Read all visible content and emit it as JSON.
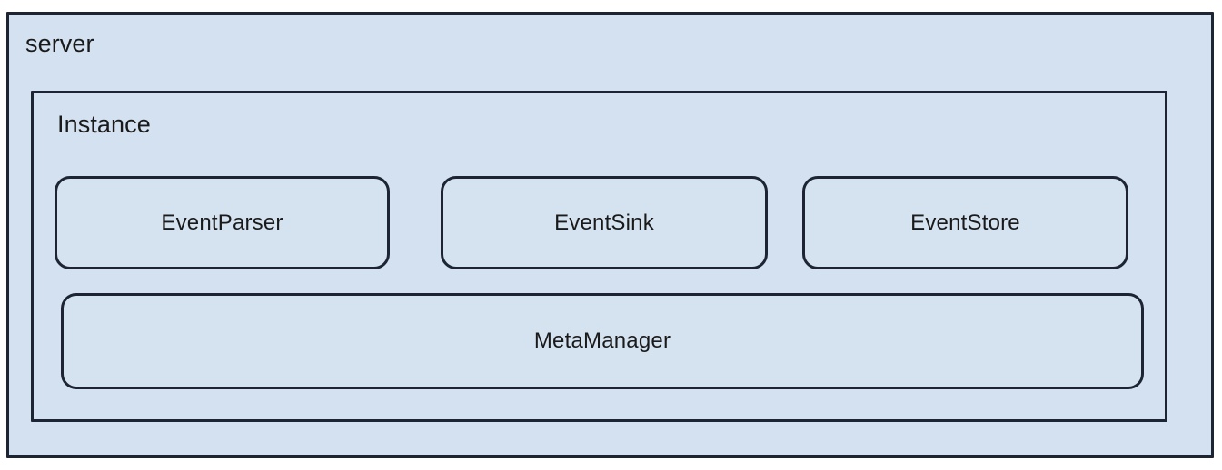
{
  "diagram": {
    "type": "nested-container-block-diagram",
    "colors": {
      "container_fill": "#d3e1f0",
      "component_fill": "#d5e2f0",
      "stroke": "#1d2433",
      "text": "#1a1a1a",
      "page_background": "#ffffff"
    },
    "outer_container": {
      "label": "server",
      "inner_container": {
        "label": "Instance",
        "rows": [
          {
            "row_name": "components-row",
            "components": [
              {
                "label": "EventParser"
              },
              {
                "label": "EventSink"
              },
              {
                "label": "EventStore"
              }
            ]
          },
          {
            "row_name": "manager-row",
            "components": [
              {
                "label": "MetaManager"
              }
            ]
          }
        ]
      }
    }
  }
}
